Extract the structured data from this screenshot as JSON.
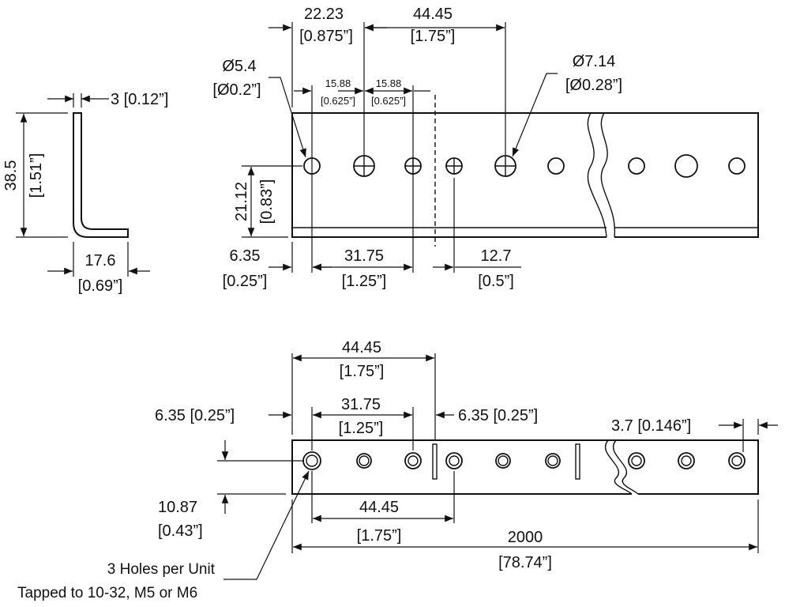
{
  "side_view": {
    "thickness": "3 [0.12”]",
    "height_mm": "38.5",
    "height_in": "[1.51”]",
    "width_mm": "17.6",
    "width_in": "[0.69”]"
  },
  "top_view": {
    "pitch_a_mm": "22.23",
    "pitch_a_in": "[0.875”]",
    "pitch_b_mm": "44.45",
    "pitch_b_in": "[1.75”]",
    "small_hole_mm": "Ø5.4",
    "small_hole_in": "[Ø0.2”]",
    "large_hole_mm": "Ø7.14",
    "large_hole_in": "[Ø0.28”]",
    "half_pitch_1_mm": "15.88",
    "half_pitch_1_in": "[0.625”]",
    "half_pitch_2_mm": "15.88",
    "half_pitch_2_in": "[0.625”]",
    "hole_height_mm": "21.12",
    "hole_height_in": "[0.83”]",
    "edge_offset_mm": "6.35",
    "edge_offset_in": "[0.25”]",
    "group_span_mm": "31.75",
    "group_span_in": "[1.25”]",
    "gap_mm": "12.7",
    "gap_in": "[0.5”]"
  },
  "bottom_view": {
    "unit_pitch_mm": "44.45",
    "unit_pitch_in": "[1.75”]",
    "left_offset": "6.35 [0.25”]",
    "span_mm": "31.75",
    "span_in": "[1.25”]",
    "right_offset": "6.35 [0.25”]",
    "end_offset": "3.7 [0.146”]",
    "hole_height_mm": "10.87",
    "hole_height_in": "[0.43”]",
    "pitch_mm": "44.45",
    "pitch_in": "[1.75”]",
    "length_mm": "2000",
    "length_in": "[78.74”]",
    "note_line1": "3 Holes per Unit",
    "note_line2": "Tapped to 10-32, M5 or M6"
  }
}
